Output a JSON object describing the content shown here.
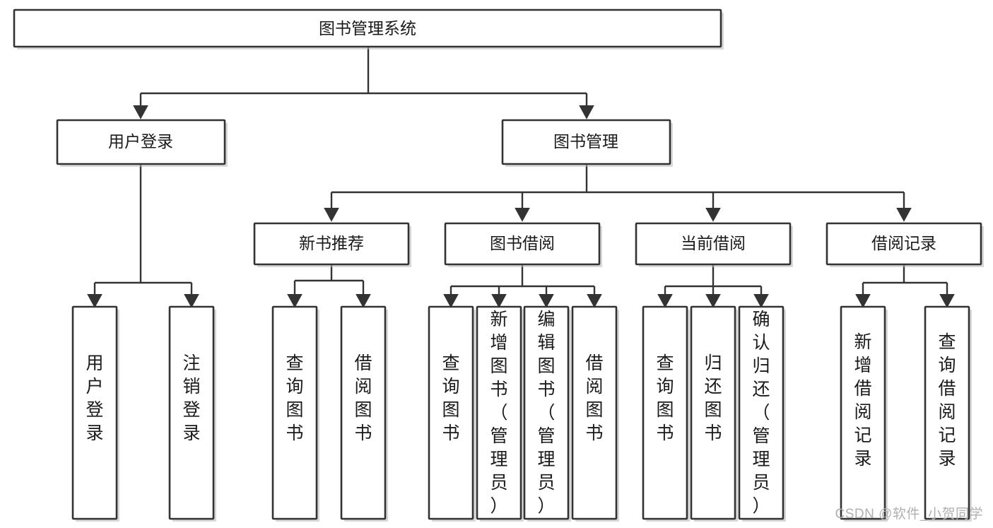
{
  "diagram": {
    "type": "tree",
    "title": "图书管理系统",
    "watermark": "CSDN @软件_小贺同学",
    "colors": {
      "box_stroke": "#333333",
      "box_fill": "#ffffff",
      "text": "#1a1a1a",
      "background": "#ffffff",
      "watermark": "#b0b0b0"
    },
    "nodes": {
      "root": {
        "label": "图书管理系统"
      },
      "level2": [
        {
          "label": "用户登录"
        },
        {
          "label": "图书管理"
        }
      ],
      "level3": [
        {
          "label": "新书推荐"
        },
        {
          "label": "图书借阅"
        },
        {
          "label": "当前借阅"
        },
        {
          "label": "借阅记录"
        }
      ],
      "leaves_user_login": [
        {
          "label": "用户登录"
        },
        {
          "label": "注销登录"
        }
      ],
      "leaves_new_book": [
        {
          "label": "查询图书"
        },
        {
          "label": "借阅图书"
        }
      ],
      "leaves_borrow": [
        {
          "label": "查询图书"
        },
        {
          "label": "新增图书（管理员）"
        },
        {
          "label": "编辑图书（管理员）"
        },
        {
          "label": "借阅图书"
        }
      ],
      "leaves_current": [
        {
          "label": "查询图书"
        },
        {
          "label": "归还图书"
        },
        {
          "label": "确认归还（管理员）"
        }
      ],
      "leaves_record": [
        {
          "label": "新增借阅记录"
        },
        {
          "label": "查询借阅记录"
        }
      ]
    }
  }
}
